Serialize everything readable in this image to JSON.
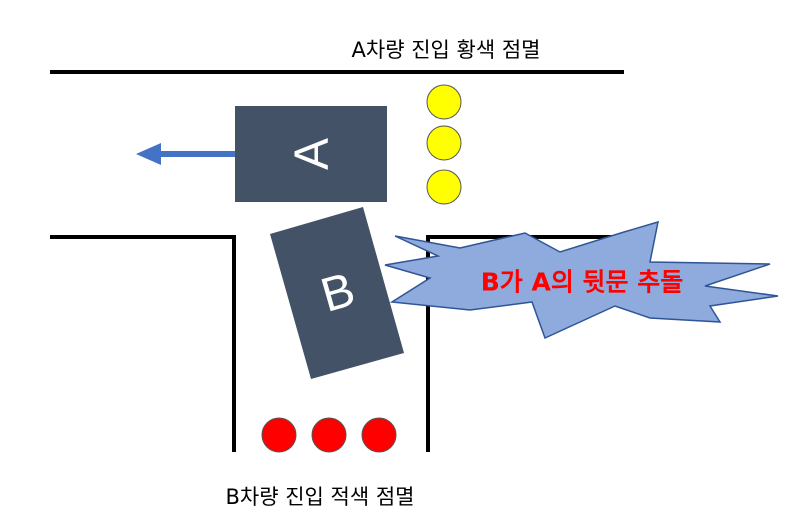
{
  "captions": {
    "top": "A차량 진입 황색 점멸",
    "bottom": "B차량 진입 적색 점멸"
  },
  "vehicles": {
    "a_label": "A",
    "b_label": "B"
  },
  "impact_text": "B가 A의 뒷문 추돌",
  "signals": {
    "a_signal": {
      "state": "yellow flashing",
      "lamp_count": 3
    },
    "b_signal": {
      "state": "red flashing",
      "lamp_count": 3
    }
  },
  "colors": {
    "vehicle": "#435266",
    "arrow": "#4472c4",
    "yellow_lamp": "#ffff00",
    "red_lamp": "#ff0000",
    "burst": "#8faadc",
    "burst_stroke": "#2f5597",
    "impact_text": "#ff0000"
  }
}
